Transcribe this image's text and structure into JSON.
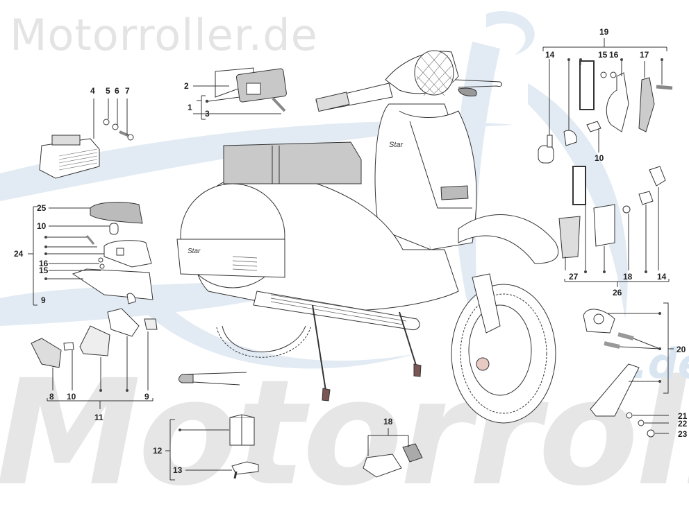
{
  "watermark": {
    "top": "Motorroller.de",
    "bottom": "Motorroller",
    "suffix": ".de",
    "color_text": "#e4e4e4",
    "color_swoosh": "#dbe6f0"
  },
  "diagram": {
    "type": "exploded parts diagram",
    "subject": "scooter electrical / lighting parts",
    "scooter_badge": "Star"
  },
  "callouts": [
    {
      "id": "c1",
      "label": "1"
    },
    {
      "id": "c2",
      "label": "2"
    },
    {
      "id": "c3",
      "label": "3"
    },
    {
      "id": "c4",
      "label": "4"
    },
    {
      "id": "c5",
      "label": "5"
    },
    {
      "id": "c6",
      "label": "6"
    },
    {
      "id": "c7",
      "label": "7"
    },
    {
      "id": "c24",
      "label": "24"
    },
    {
      "id": "c25",
      "label": "25"
    },
    {
      "id": "c10a",
      "label": "10"
    },
    {
      "id": "c16a",
      "label": "16"
    },
    {
      "id": "c15a",
      "label": "15"
    },
    {
      "id": "c9a",
      "label": "9"
    },
    {
      "id": "c8",
      "label": "8"
    },
    {
      "id": "c10b",
      "label": "10"
    },
    {
      "id": "c9b",
      "label": "9"
    },
    {
      "id": "c11",
      "label": "11"
    },
    {
      "id": "c12",
      "label": "12"
    },
    {
      "id": "c13",
      "label": "13"
    },
    {
      "id": "c18a",
      "label": "18"
    },
    {
      "id": "c19",
      "label": "19"
    },
    {
      "id": "c14a",
      "label": "14"
    },
    {
      "id": "c15b",
      "label": "15"
    },
    {
      "id": "c16b",
      "label": "16"
    },
    {
      "id": "c17",
      "label": "17"
    },
    {
      "id": "c10c",
      "label": "10"
    },
    {
      "id": "c27",
      "label": "27"
    },
    {
      "id": "c18b",
      "label": "18"
    },
    {
      "id": "c14b",
      "label": "14"
    },
    {
      "id": "c26",
      "label": "26"
    },
    {
      "id": "c20",
      "label": "20"
    },
    {
      "id": "c21",
      "label": "21"
    },
    {
      "id": "c22",
      "label": "22"
    },
    {
      "id": "c23",
      "label": "23"
    }
  ],
  "groups": [
    {
      "label": "1",
      "members": [
        "2",
        "•",
        "3"
      ]
    },
    {
      "label": "24",
      "members": [
        "25",
        "10",
        "•",
        "•",
        "•",
        "16",
        "15",
        "•",
        "9"
      ]
    },
    {
      "label": "11",
      "members": [
        "8",
        "10",
        "•",
        "•",
        "9"
      ]
    },
    {
      "label": "12",
      "members": [
        "•",
        "13"
      ]
    },
    {
      "label": "18",
      "members": [
        "•",
        "•"
      ]
    },
    {
      "label": "19",
      "members": [
        "14",
        "•",
        "•",
        "15",
        "16",
        "•",
        "17",
        "•",
        "10"
      ]
    },
    {
      "label": "26",
      "members": [
        "27",
        "•",
        "•",
        "18",
        "•",
        "14"
      ]
    },
    {
      "label": "20",
      "members": [
        "•",
        "•",
        "•"
      ]
    }
  ]
}
